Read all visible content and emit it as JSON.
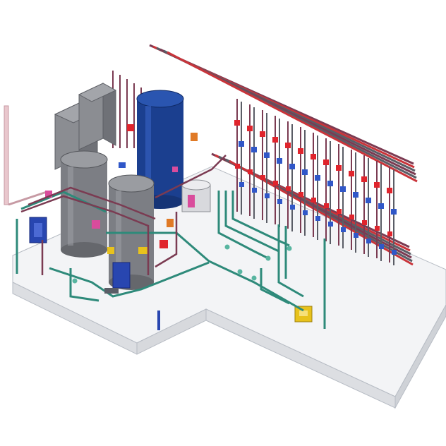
{
  "scene": {
    "type": "isometric-3d-plumbing-model",
    "colors": {
      "background": "#ffffff",
      "floor_top": "#f3f4f6",
      "floor_side": "#d7d9dd",
      "floor_edge": "#b7bcc4",
      "cabinet": "#8b8d92",
      "tank_gray": "#7c7e84",
      "tank_blue": "#1b3f8f",
      "pump_blue": "#2846b0",
      "pipe_red": "#c9343a",
      "pipe_maroon": "#7b3b52",
      "pipe_teal": "#2e8a7a",
      "pipe_gray": "#5a5d66",
      "valve_red": "#e0242c",
      "valve_blue": "#3057c8",
      "accent_yellow": "#e8c21c",
      "accent_magenta": "#d94c9c",
      "accent_orange": "#e07a26"
    },
    "components": [
      "floor-slab",
      "control-cabinet",
      "blue-storage-tank",
      "gray-tank",
      "pipe-rack",
      "manifold-risers",
      "circulation-pump",
      "expansion-vessel",
      "heat-meter"
    ]
  }
}
